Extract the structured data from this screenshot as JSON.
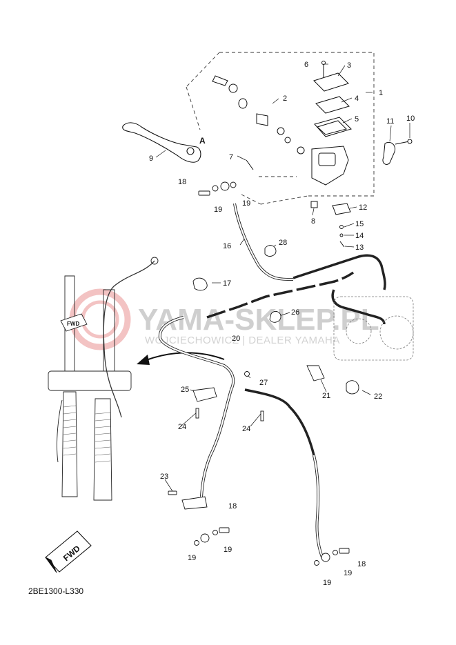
{
  "diagram": {
    "code": "2BE1300-L330",
    "fwd_label": "FWD",
    "detail_label": "A",
    "watermark": {
      "title": "YAMA-SKLEP.PL",
      "subtitle": "WOJCIECHOWICZ | DEALER YAMAHA"
    },
    "callouts": [
      {
        "id": "c1",
        "label": "1"
      },
      {
        "id": "c2",
        "label": "2"
      },
      {
        "id": "c3",
        "label": "3"
      },
      {
        "id": "c4",
        "label": "4"
      },
      {
        "id": "c5",
        "label": "5"
      },
      {
        "id": "c6",
        "label": "6"
      },
      {
        "id": "c7",
        "label": "7"
      },
      {
        "id": "c8",
        "label": "8"
      },
      {
        "id": "c9",
        "label": "9"
      },
      {
        "id": "c10",
        "label": "10"
      },
      {
        "id": "c11",
        "label": "11"
      },
      {
        "id": "c12",
        "label": "12"
      },
      {
        "id": "c13",
        "label": "13"
      },
      {
        "id": "c14",
        "label": "14"
      },
      {
        "id": "c15",
        "label": "15"
      },
      {
        "id": "c16",
        "label": "16"
      },
      {
        "id": "c17",
        "label": "17"
      },
      {
        "id": "c18a",
        "label": "18"
      },
      {
        "id": "c19a",
        "label": "19"
      },
      {
        "id": "c19b",
        "label": "19"
      },
      {
        "id": "c20",
        "label": "20"
      },
      {
        "id": "c21",
        "label": "21"
      },
      {
        "id": "c22",
        "label": "22"
      },
      {
        "id": "c23",
        "label": "23"
      },
      {
        "id": "c24a",
        "label": "24"
      },
      {
        "id": "c24b",
        "label": "24"
      },
      {
        "id": "c25",
        "label": "25"
      },
      {
        "id": "c26",
        "label": "26"
      },
      {
        "id": "c27",
        "label": "27"
      },
      {
        "id": "c28",
        "label": "28"
      },
      {
        "id": "c18b",
        "label": "18"
      },
      {
        "id": "c19c",
        "label": "19"
      },
      {
        "id": "c19d",
        "label": "19"
      },
      {
        "id": "c18c",
        "label": "18"
      },
      {
        "id": "c19e",
        "label": "19"
      },
      {
        "id": "c19f",
        "label": "19"
      }
    ]
  }
}
